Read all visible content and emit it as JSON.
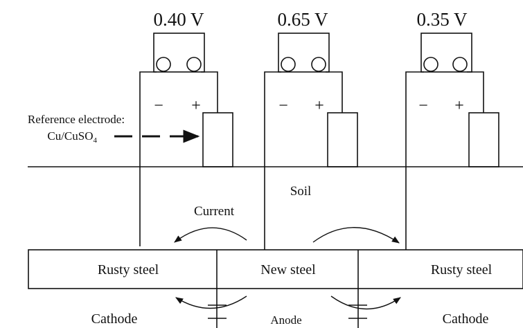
{
  "meters": [
    {
      "reading": "0.40  V",
      "minus": "−",
      "plus": "+"
    },
    {
      "reading": "0.65  V",
      "minus": "−",
      "plus": "+"
    },
    {
      "reading": "0.35  V",
      "minus": "−",
      "plus": "+"
    }
  ],
  "reference_label_line1": "Reference electrode:",
  "reference_label_line2": "Cu/CuSO",
  "reference_label_sub": "4",
  "soil_label": "Soil",
  "current_label": "Current",
  "pipe": {
    "left": "Rusty steel",
    "middle": "New steel",
    "right": "Rusty steel"
  },
  "below": {
    "left": "Cathode",
    "middle": "Anode",
    "right": "Cathode"
  }
}
